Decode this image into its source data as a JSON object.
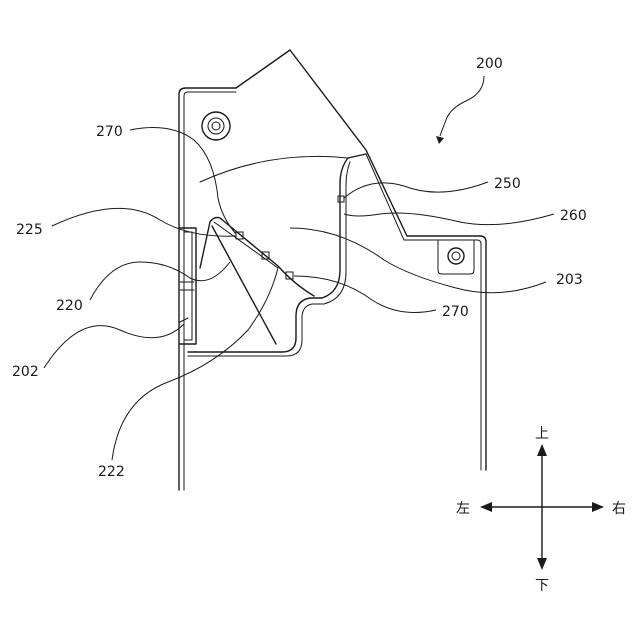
{
  "figure": {
    "reference_numerals": {
      "assembly": "200",
      "upper_bracket_left": "270",
      "cover_edge": "250",
      "cover": "260",
      "housing": "203",
      "upper_bracket_right": "270",
      "stop_block": "225",
      "latch": "220",
      "frame": "202",
      "hinge_edge": "222"
    },
    "directions": {
      "up": "上",
      "down": "下",
      "left": "左",
      "right": "右"
    }
  }
}
